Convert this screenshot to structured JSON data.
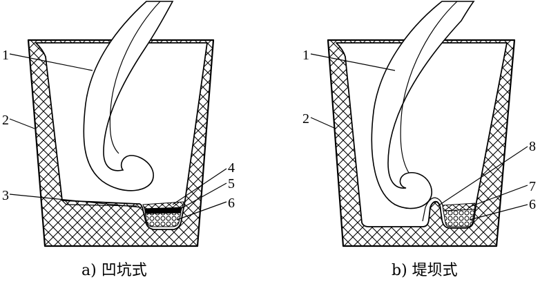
{
  "figure": {
    "panel_a": {
      "caption": "a) 凹坑式",
      "labels": {
        "l1": "1",
        "l2": "2",
        "l3": "3",
        "l4": "4",
        "l5": "5",
        "l6": "6"
      }
    },
    "panel_b": {
      "caption": "b) 堤坝式",
      "labels": {
        "l1": "1",
        "l2": "2",
        "l8": "8",
        "l7": "7",
        "l6": "6"
      }
    }
  }
}
